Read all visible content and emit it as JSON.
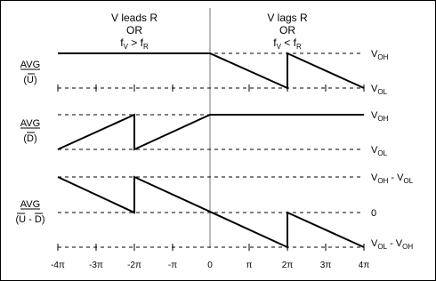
{
  "header": {
    "left_lines": [
      "V leads R",
      "OR"
    ],
    "left_cond": {
      "f1": "f",
      "s1": "V",
      "op": " > ",
      "f2": "f",
      "s2": "R"
    },
    "right_lines": [
      "V lags R",
      "OR"
    ],
    "right_cond": {
      "f1": "f",
      "s1": "V",
      "op": " < ",
      "f2": "f",
      "s2": "R"
    }
  },
  "rows": [
    {
      "label_top": "AVG",
      "label_bottom": "(U)",
      "over": "U"
    },
    {
      "label_top": "AVG",
      "label_bottom": "(D)",
      "over": "D"
    },
    {
      "label_top": "AVG",
      "label_bottom": "(U - D)",
      "over": "U - D"
    }
  ],
  "levels": {
    "voh": {
      "base": "V",
      "sub": "OH"
    },
    "vol": {
      "base": "V",
      "sub": "OL"
    },
    "diff_hi": {
      "a": "V",
      "asub": "OH",
      "mid": " - ",
      "b": "V",
      "bsub": "OL"
    },
    "zero": "0",
    "diff_lo": {
      "a": "V",
      "asub": "OL",
      "mid": " - ",
      "b": "V",
      "bsub": "OH"
    }
  },
  "x_ticks": [
    "-4π",
    "-3π",
    "-2π",
    "-π",
    "0",
    "π",
    "2π",
    "3π",
    "4π"
  ]
}
